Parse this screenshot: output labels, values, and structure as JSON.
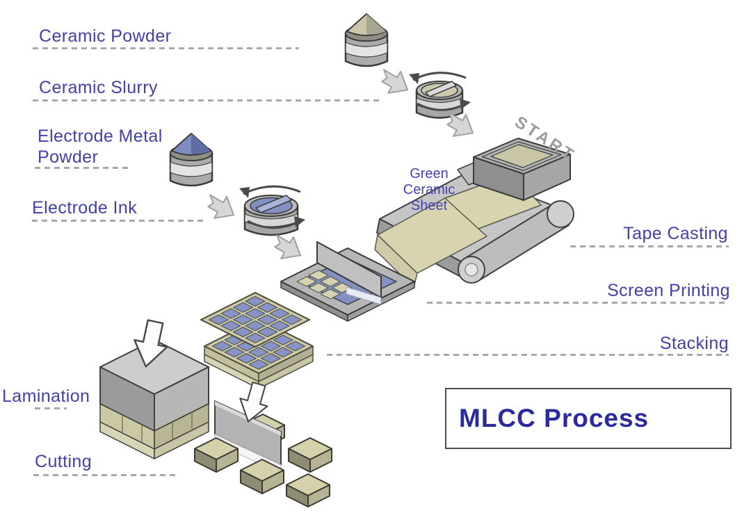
{
  "title": "MLCC Process",
  "start_marker": "START",
  "input_labels": {
    "ceramic_powder": "Ceramic Powder",
    "ceramic_slurry": "Ceramic Slurry",
    "electrode_metal_powder_line1": "Electrode Metal",
    "electrode_metal_powder_line2": "Powder",
    "electrode_ink": "Electrode Ink"
  },
  "process_labels": {
    "tape_casting": "Tape Casting",
    "screen_printing": "Screen Printing",
    "stacking": "Stacking",
    "lamination": "Lamination",
    "cutting": "Cutting"
  },
  "annotations": {
    "green_ceramic_sheet_line1": "Green",
    "green_ceramic_sheet_line2": "Ceramic",
    "green_ceramic_sheet_line3": "Sheet"
  },
  "colors": {
    "label_blue": "#4141a8",
    "title_blue": "#2b2b9e",
    "start_gray": "#9c9c9c",
    "dash_gray": "#a8a8a8",
    "sheet_beige": "#d6d2b0",
    "electrode_ink_blue": "#8290c2",
    "machine_gray": "#b5b5b5",
    "arrow_gray": "#d6d6d6"
  }
}
